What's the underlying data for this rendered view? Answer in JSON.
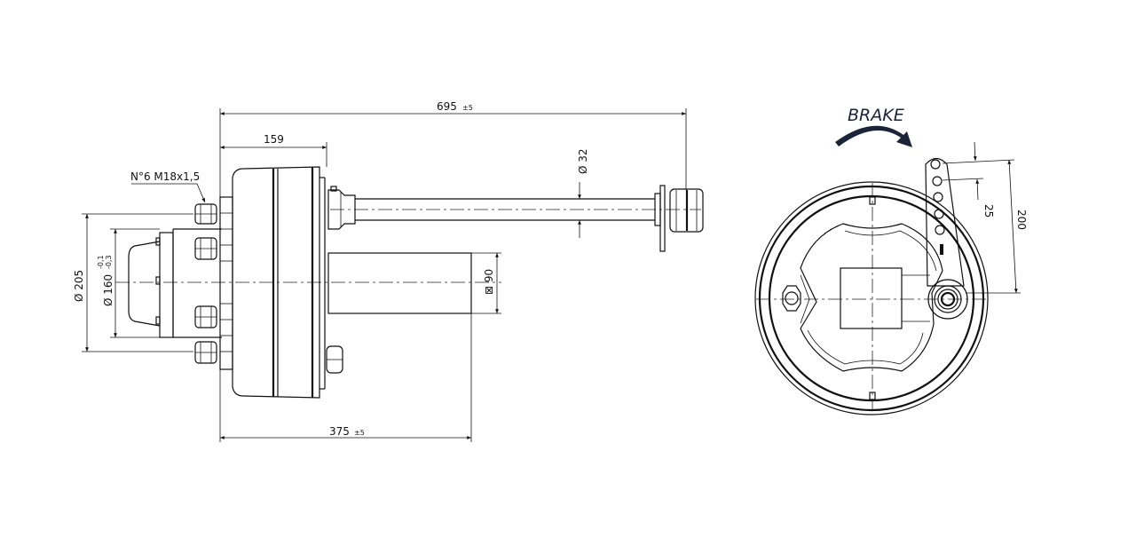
{
  "side_view": {
    "overall_length": "695",
    "overall_length_tol": "±5",
    "hub_length": "159",
    "beam_length": "375",
    "beam_length_tol": "±5",
    "shaft_diameter": "Ø 32",
    "beam_square": "⊠ 90",
    "bolt_spec": "N°6  M18x1,5",
    "bolt_circle": "Ø 205",
    "spigot_diameter": "Ø 160",
    "spigot_tol_upper": "-0,1",
    "spigot_tol_lower": "-0,3"
  },
  "end_view": {
    "brake_label": "BRAKE",
    "hole_pitch": "25",
    "lever_length": "200"
  },
  "colors": {
    "line": "#111111",
    "brake_text": "#1c2438"
  }
}
